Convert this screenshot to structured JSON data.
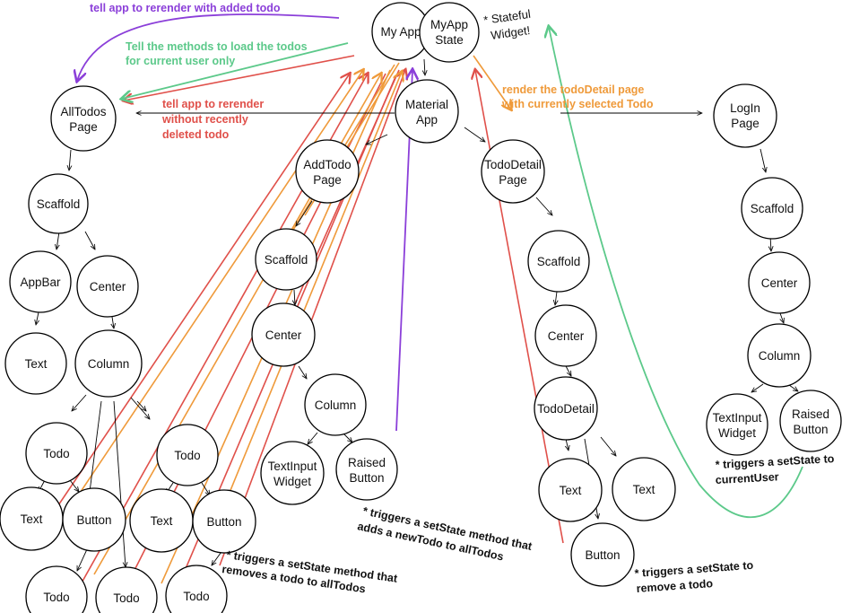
{
  "colors": {
    "purple": "#8b3fd9",
    "green": "#5cc98a",
    "red": "#e0504a",
    "orange": "#ef9a3a",
    "black": "#111111"
  },
  "nodes": {
    "my_app": "My App",
    "my_app_state": [
      "MyApp",
      "State"
    ],
    "material_app": [
      "Material",
      "App"
    ],
    "all_todos_page": [
      "AllTodos",
      "Page"
    ],
    "add_todo_page": [
      "AddTodo",
      "Page"
    ],
    "todo_detail_page": [
      "TodoDetail",
      "Page"
    ],
    "login_page": [
      "LogIn",
      "Page"
    ],
    "scaffold": "Scaffold",
    "app_bar": "AppBar",
    "center": "Center",
    "text": "Text",
    "column": "Column",
    "todo": "Todo",
    "button": "Button",
    "text_input_widget": [
      "TextInput",
      "Widget"
    ],
    "raised_button": [
      "Raised",
      "Button"
    ],
    "todo_detail": "TodoDetail"
  },
  "annotations": {
    "rerender_added": "tell app to rerender with added todo",
    "load_todos": [
      "Tell the methods to load the todos",
      "for current user only"
    ],
    "rerender_deleted": [
      "tell app to rerender",
      "without recently",
      "deleted todo"
    ],
    "render_detail": [
      "render the todoDetail page",
      "with currently selected Todo"
    ],
    "stateful_widget": [
      "* Stateful",
      "Widget!"
    ]
  },
  "notes": {
    "remove_todo": [
      "* triggers a setState method that",
      "removes a todo to allTodos"
    ],
    "add_todo": [
      "* triggers a setState method that",
      "adds a newTodo to allTodos"
    ],
    "remove_detail": [
      "* triggers a setState to",
      "remove a todo"
    ],
    "current_user": [
      "* triggers a setState to",
      "currentUser"
    ]
  }
}
